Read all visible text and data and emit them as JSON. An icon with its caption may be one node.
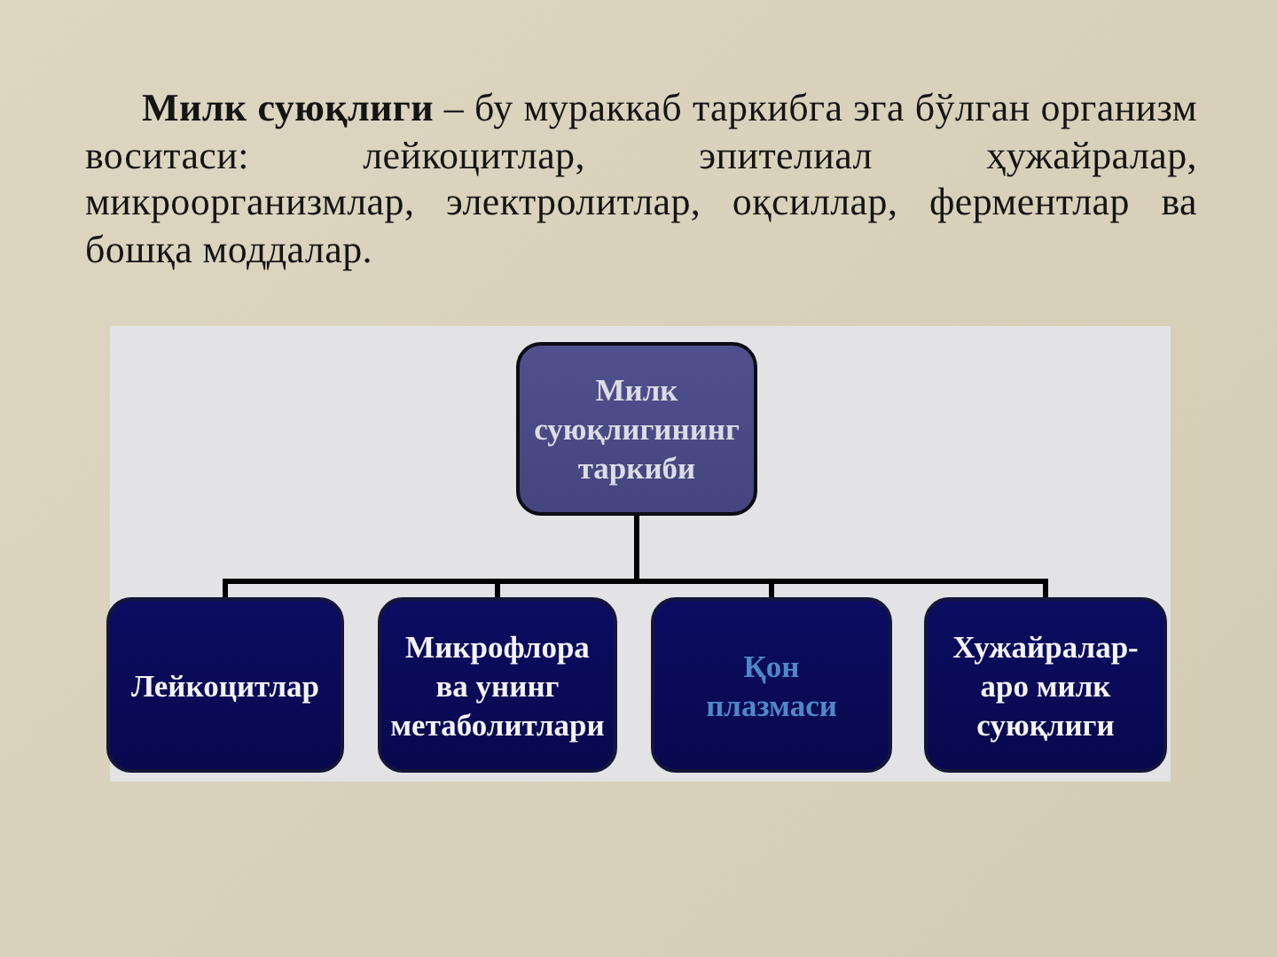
{
  "diagram": {
    "nodes": [
      {
        "text": [
          "Милк суюқлигининг таркиби"
        ]
      },
      {
        "text": [
          "Лейкоцитлар"
        ]
      },
      {
        "text": [
          "Микрофлора ва унинг метаболитлари"
        ]
      },
      {
        "text": [
          "Қон плазмаси"
        ]
      },
      {
        "text": [
          "Хужайралар-аро милк суюқлиги"
        ]
      }
    ],
    "edges": [
      {
        "from": 0,
        "to": 1,
        "arrow": "none"
      },
      {
        "from": 0,
        "to": 2,
        "arrow": "none"
      },
      {
        "from": 0,
        "to": 3,
        "arrow": "none"
      },
      {
        "from": 0,
        "to": 4,
        "arrow": "none"
      }
    ],
    "labels": [
      "**Милк суюқлиги** – бу мураккаб таркибга эга бўлган организм воситаси: лейкоцитлар, эпителиал ҳужайралар, микроорганизмлар, электролитлар, оқсиллар, ферментлар ва бошқа моддалар."
    ]
  }
}
